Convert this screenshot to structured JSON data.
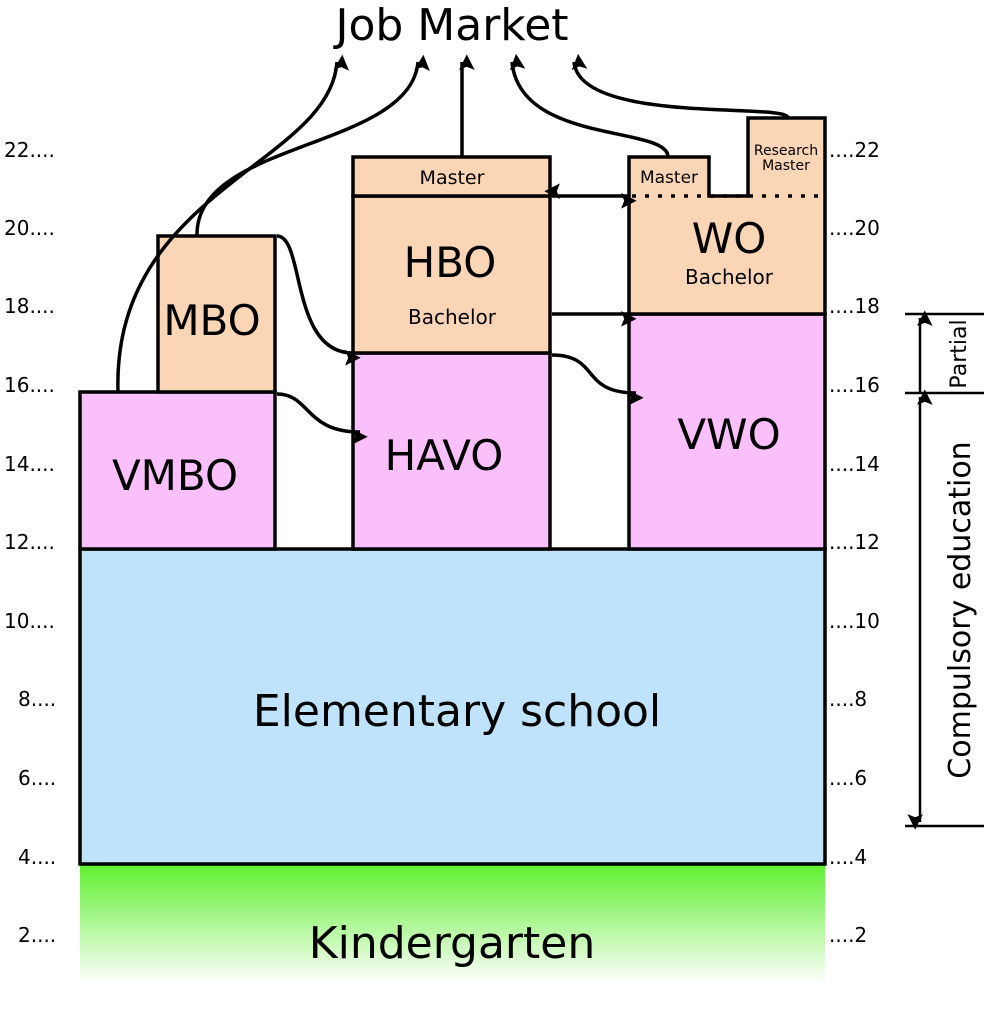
{
  "title": "Job Market",
  "colors": {
    "kindergarten": "#5ef02e",
    "elementary": "#bfe3fb",
    "secondary": "#f9c0fb",
    "tertiary": "#fbd6b6"
  },
  "stages": {
    "kindergarten": "Kindergarten",
    "elementary": "Elementary school",
    "vmbo": "VMBO",
    "mbo": "MBO",
    "havo": "HAVO",
    "hbo": "HBO",
    "hbo_bachelor": "Bachelor",
    "hbo_master": "Master",
    "vwo": "VWO",
    "wo": "WO",
    "wo_bachelor": "Bachelor",
    "wo_master": "Master",
    "research_master_1": "Research",
    "research_master_2": "Master"
  },
  "ages_left": [
    "22....",
    "20....",
    "18....",
    "16....",
    "14....",
    "12....",
    "10....",
    "8....",
    "6....",
    "4....",
    "2...."
  ],
  "ages_right": [
    "....22",
    "....20",
    "....18",
    "....16",
    "....14",
    "....12",
    "....10",
    "....8",
    "....6",
    "....4",
    "....2"
  ],
  "brackets": {
    "partial": "Partial",
    "compulsory": "Compulsory education"
  }
}
